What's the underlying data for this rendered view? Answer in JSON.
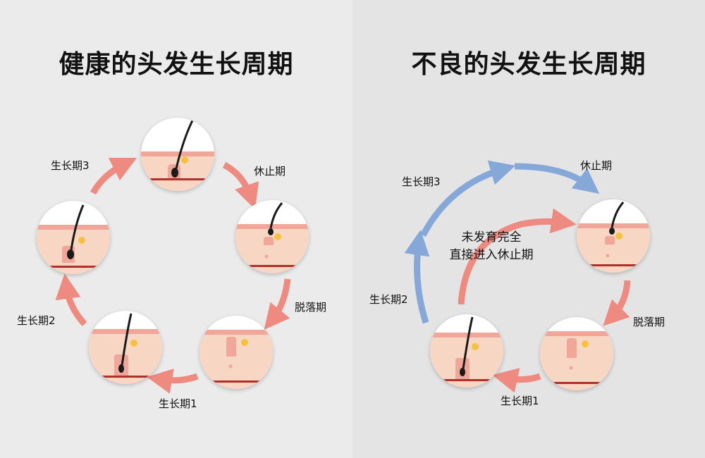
{
  "colors": {
    "bg_left": "#ebebeb",
    "bg_right": "#e4e4e4",
    "arrow_red": "#ee8a80",
    "arrow_blue": "#86a8d8",
    "skin": "#f7d6c4",
    "skin_top": "#f0a79a",
    "hair": "#1a1a1a",
    "gland": "#f6c23e",
    "base_line": "#b0302a"
  },
  "icons": {
    "arrow": "curved-arrow-icon",
    "stage": "hair-follicle-icon"
  },
  "left": {
    "title": "健康的头发生长周期",
    "labels": {
      "anagen3": "生长期3",
      "telogen": "休止期",
      "shedding": "脱落期",
      "anagen2": "生长期2",
      "anagen1": "生长期1"
    }
  },
  "right": {
    "title": "不良的头发生长周期",
    "labels": {
      "anagen3": "生长期3",
      "telogen": "休止期",
      "shedding": "脱落期",
      "anagen2": "生长期2",
      "anagen1": "生长期1"
    },
    "center_note": {
      "line1": "未发育完全",
      "line2": "直接进入休止期"
    }
  }
}
